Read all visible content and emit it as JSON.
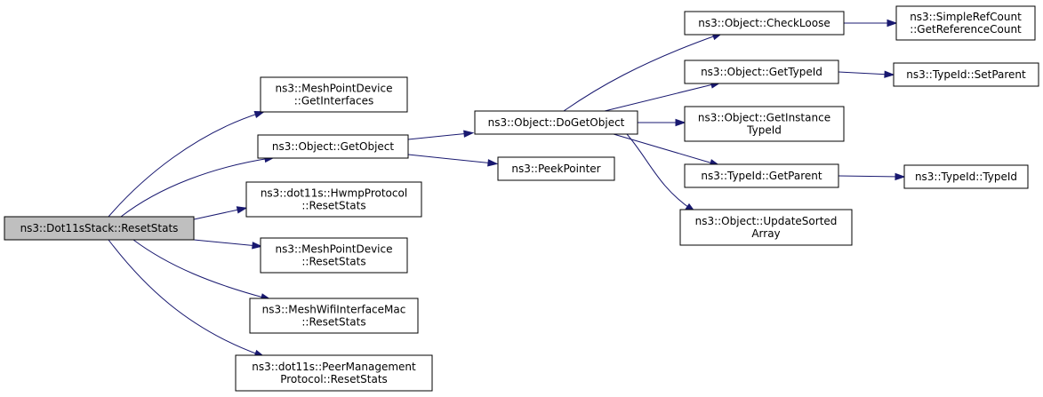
{
  "graph": {
    "nodes": {
      "root": [
        "ns3::Dot11sStack::ResetStats"
      ],
      "mpd_getif": [
        "ns3::MeshPointDevice",
        "::GetInterfaces"
      ],
      "getobject": [
        "ns3::Object::GetObject"
      ],
      "hwmp": [
        "ns3::dot11s::HwmpProtocol",
        "::ResetStats"
      ],
      "mpd_reset": [
        "ns3::MeshPointDevice",
        "::ResetStats"
      ],
      "mwim": [
        "ns3::MeshWifiInterfaceMac",
        "::ResetStats"
      ],
      "peer": [
        "ns3::dot11s::PeerManagement",
        "Protocol::ResetStats"
      ],
      "dogetobject": [
        "ns3::Object::DoGetObject"
      ],
      "peekpointer": [
        "ns3::PeekPointer"
      ],
      "checkloose": [
        "ns3::Object::CheckLoose"
      ],
      "gettypeid": [
        "ns3::Object::GetTypeId"
      ],
      "getinstance": [
        "ns3::Object::GetInstance",
        "TypeId"
      ],
      "getparent": [
        "ns3::TypeId::GetParent"
      ],
      "updatesorted": [
        "ns3::Object::UpdateSorted",
        "Array"
      ],
      "simplerefcount": [
        "ns3::SimpleRefCount",
        "::GetReferenceCount"
      ],
      "setparent": [
        "ns3::TypeId::SetParent"
      ],
      "typeid": [
        "ns3::TypeId::TypeId"
      ]
    },
    "edges": [
      [
        "root",
        "mpd_getif"
      ],
      [
        "root",
        "getobject"
      ],
      [
        "root",
        "hwmp"
      ],
      [
        "root",
        "mpd_reset"
      ],
      [
        "root",
        "mwim"
      ],
      [
        "root",
        "peer"
      ],
      [
        "getobject",
        "dogetobject"
      ],
      [
        "getobject",
        "peekpointer"
      ],
      [
        "dogetobject",
        "checkloose"
      ],
      [
        "dogetobject",
        "gettypeid"
      ],
      [
        "dogetobject",
        "getinstance"
      ],
      [
        "dogetobject",
        "getparent"
      ],
      [
        "dogetobject",
        "updatesorted"
      ],
      [
        "checkloose",
        "simplerefcount"
      ],
      [
        "gettypeid",
        "setparent"
      ],
      [
        "getparent",
        "typeid"
      ]
    ],
    "colors": {
      "edge": "#191970",
      "root_fill": "#bfbfbf",
      "node_fill": "#ffffff",
      "border": "#000000"
    }
  }
}
